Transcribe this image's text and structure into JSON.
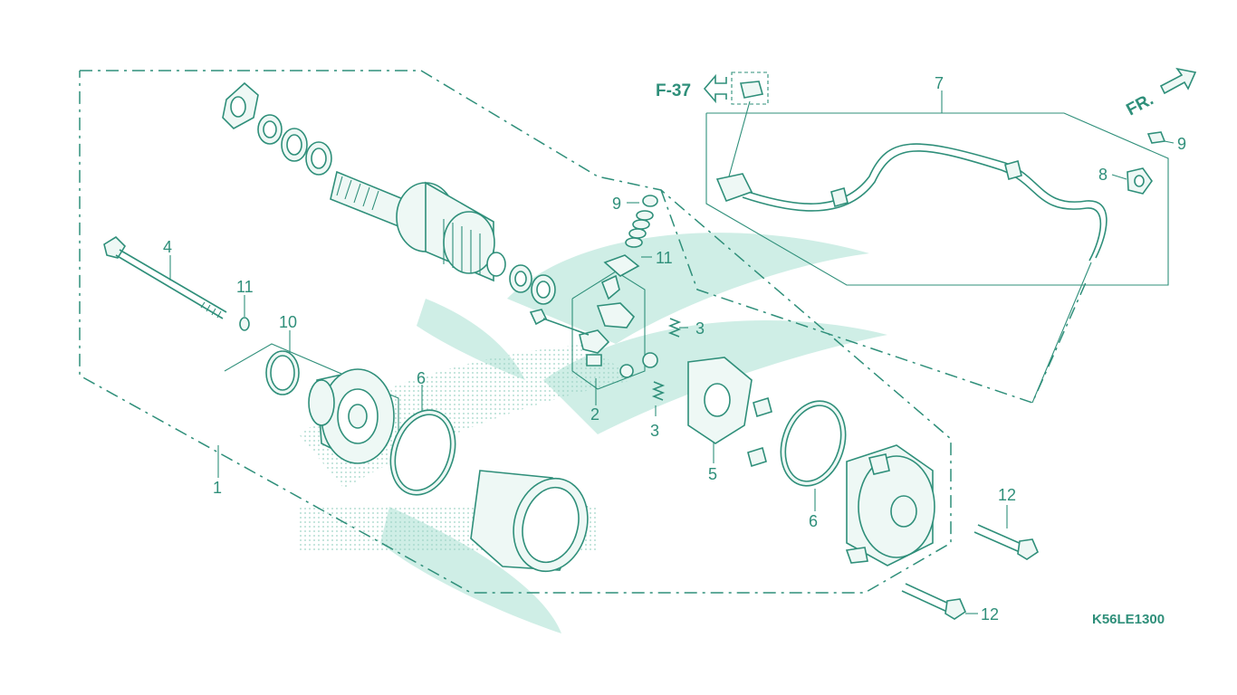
{
  "diagram": {
    "callouts": {
      "c1": "1",
      "c2": "2",
      "c3a": "3",
      "c3b": "3",
      "c4": "4",
      "c5": "5",
      "c6a": "6",
      "c6b": "6",
      "c7": "7",
      "c8": "8",
      "c9a": "9",
      "c9b": "9",
      "c10": "10",
      "c11a": "11",
      "c11b": "11",
      "c12a": "12",
      "c12b": "12"
    },
    "ref_page": "F-37",
    "front_marker": "FR.",
    "diagram_code": "K56LE1300",
    "line_color": "#2f8f7a",
    "watermark_color": "#cfeee6"
  }
}
